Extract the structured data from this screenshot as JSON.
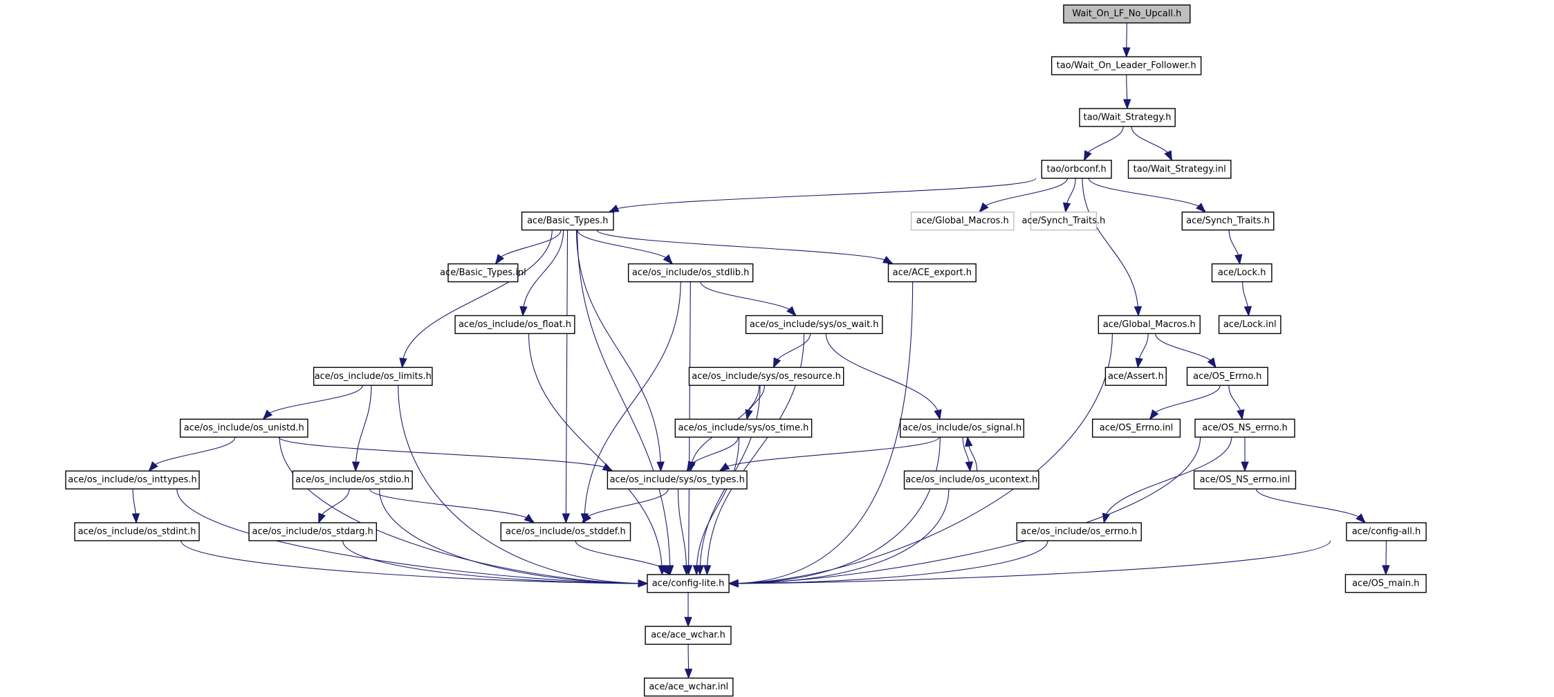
{
  "title": "Wait_On_LF_No_Upcall.h include dependency graph",
  "colors": {
    "edge": "#191970",
    "root_fill": "#bfbfbf",
    "missing_border": "#bfbfbf"
  },
  "nodes": [
    {
      "id": "root",
      "label": "Wait_On_LF_No_Upcall.h",
      "kind": "root"
    },
    {
      "id": "wolf",
      "label": "tao/Wait_On_Leader_Follower.h",
      "kind": "normal"
    },
    {
      "id": "ws",
      "label": "tao/Wait_Strategy.h",
      "kind": "normal"
    },
    {
      "id": "orbconf",
      "label": "tao/orbconf.h",
      "kind": "normal"
    },
    {
      "id": "wsinl",
      "label": "tao/Wait_Strategy.inl",
      "kind": "normal"
    },
    {
      "id": "basic",
      "label": "ace/Basic_Types.h",
      "kind": "normal"
    },
    {
      "id": "gm_gray",
      "label": "ace/Global_Macros.h",
      "kind": "missing"
    },
    {
      "id": "st_gray",
      "label": "ace/Synch_Traits.h",
      "kind": "missing"
    },
    {
      "id": "st",
      "label": "ace/Synch_Traits.h",
      "kind": "normal"
    },
    {
      "id": "basicinl",
      "label": "ace/Basic_Types.inl",
      "kind": "normal"
    },
    {
      "id": "stdlib",
      "label": "ace/os_include/os_stdlib.h",
      "kind": "normal"
    },
    {
      "id": "export",
      "label": "ace/ACE_export.h",
      "kind": "normal"
    },
    {
      "id": "lock",
      "label": "ace/Lock.h",
      "kind": "normal"
    },
    {
      "id": "float",
      "label": "ace/os_include/os_float.h",
      "kind": "normal"
    },
    {
      "id": "wait",
      "label": "ace/os_include/sys/os_wait.h",
      "kind": "normal"
    },
    {
      "id": "gm",
      "label": "ace/Global_Macros.h",
      "kind": "normal"
    },
    {
      "id": "lockinl",
      "label": "ace/Lock.inl",
      "kind": "normal"
    },
    {
      "id": "limits",
      "label": "ace/os_include/os_limits.h",
      "kind": "normal"
    },
    {
      "id": "resource",
      "label": "ace/os_include/sys/os_resource.h",
      "kind": "normal"
    },
    {
      "id": "assert",
      "label": "ace/Assert.h",
      "kind": "normal"
    },
    {
      "id": "oserrno",
      "label": "ace/OS_Errno.h",
      "kind": "normal"
    },
    {
      "id": "unistd",
      "label": "ace/os_include/os_unistd.h",
      "kind": "normal"
    },
    {
      "id": "time",
      "label": "ace/os_include/sys/os_time.h",
      "kind": "normal"
    },
    {
      "id": "signal",
      "label": "ace/os_include/os_signal.h",
      "kind": "normal"
    },
    {
      "id": "oserrnoinl",
      "label": "ace/OS_Errno.inl",
      "kind": "normal"
    },
    {
      "id": "nserrno",
      "label": "ace/OS_NS_errno.h",
      "kind": "normal"
    },
    {
      "id": "inttypes",
      "label": "ace/os_include/os_inttypes.h",
      "kind": "normal"
    },
    {
      "id": "stdio",
      "label": "ace/os_include/os_stdio.h",
      "kind": "normal"
    },
    {
      "id": "types",
      "label": "ace/os_include/sys/os_types.h",
      "kind": "normal"
    },
    {
      "id": "ucontext",
      "label": "ace/os_include/os_ucontext.h",
      "kind": "normal"
    },
    {
      "id": "nserrnoinl",
      "label": "ace/OS_NS_errno.inl",
      "kind": "normal"
    },
    {
      "id": "stdint",
      "label": "ace/os_include/os_stdint.h",
      "kind": "normal"
    },
    {
      "id": "stdarg",
      "label": "ace/os_include/os_stdarg.h",
      "kind": "normal"
    },
    {
      "id": "stddef",
      "label": "ace/os_include/os_stddef.h",
      "kind": "normal"
    },
    {
      "id": "errno",
      "label": "ace/os_include/os_errno.h",
      "kind": "normal"
    },
    {
      "id": "configall",
      "label": "ace/config-all.h",
      "kind": "normal"
    },
    {
      "id": "configlite",
      "label": "ace/config-lite.h",
      "kind": "normal"
    },
    {
      "id": "osmain",
      "label": "ace/OS_main.h",
      "kind": "normal"
    },
    {
      "id": "wchar",
      "label": "ace/ace_wchar.h",
      "kind": "normal"
    },
    {
      "id": "wcharinl",
      "label": "ace/ace_wchar.inl",
      "kind": "normal"
    }
  ],
  "edges": [
    [
      "root",
      "wolf"
    ],
    [
      "wolf",
      "ws"
    ],
    [
      "ws",
      "orbconf"
    ],
    [
      "ws",
      "wsinl"
    ],
    [
      "orbconf",
      "basic"
    ],
    [
      "orbconf",
      "gm_gray"
    ],
    [
      "orbconf",
      "st_gray"
    ],
    [
      "orbconf",
      "st"
    ],
    [
      "orbconf",
      "gm"
    ],
    [
      "basic",
      "basicinl"
    ],
    [
      "basic",
      "stdlib"
    ],
    [
      "basic",
      "export"
    ],
    [
      "basic",
      "float"
    ],
    [
      "basic",
      "limits"
    ],
    [
      "basic",
      "types"
    ],
    [
      "basic",
      "stddef"
    ],
    [
      "basic",
      "configlite"
    ],
    [
      "st",
      "lock"
    ],
    [
      "lock",
      "lockinl"
    ],
    [
      "stdlib",
      "wait"
    ],
    [
      "stdlib",
      "stddef"
    ],
    [
      "stdlib",
      "configlite"
    ],
    [
      "export",
      "configlite"
    ],
    [
      "float",
      "configlite"
    ],
    [
      "wait",
      "resource"
    ],
    [
      "wait",
      "signal"
    ],
    [
      "wait",
      "configlite"
    ],
    [
      "gm",
      "assert"
    ],
    [
      "gm",
      "oserrno"
    ],
    [
      "gm",
      "configlite"
    ],
    [
      "limits",
      "unistd"
    ],
    [
      "limits",
      "stdio"
    ],
    [
      "limits",
      "configlite"
    ],
    [
      "resource",
      "time"
    ],
    [
      "resource",
      "types"
    ],
    [
      "resource",
      "configlite"
    ],
    [
      "oserrno",
      "oserrnoinl"
    ],
    [
      "oserrno",
      "nserrno"
    ],
    [
      "unistd",
      "inttypes"
    ],
    [
      "unistd",
      "types"
    ],
    [
      "unistd",
      "configlite"
    ],
    [
      "time",
      "types"
    ],
    [
      "time",
      "configlite"
    ],
    [
      "signal",
      "types"
    ],
    [
      "signal",
      "ucontext"
    ],
    [
      "signal",
      "configlite"
    ],
    [
      "ucontext",
      "signal"
    ],
    [
      "ucontext",
      "configlite"
    ],
    [
      "nserrno",
      "nserrnoinl"
    ],
    [
      "nserrno",
      "errno"
    ],
    [
      "nserrno",
      "configlite"
    ],
    [
      "inttypes",
      "stdint"
    ],
    [
      "inttypes",
      "configlite"
    ],
    [
      "stdio",
      "stdarg"
    ],
    [
      "stdio",
      "stddef"
    ],
    [
      "stdio",
      "configlite"
    ],
    [
      "types",
      "stddef"
    ],
    [
      "types",
      "configlite"
    ],
    [
      "nserrnoinl",
      "configall"
    ],
    [
      "stdint",
      "configlite"
    ],
    [
      "stdarg",
      "configlite"
    ],
    [
      "stddef",
      "configlite"
    ],
    [
      "errno",
      "configlite"
    ],
    [
      "configall",
      "configlite"
    ],
    [
      "configall",
      "osmain"
    ],
    [
      "configlite",
      "wchar"
    ],
    [
      "wchar",
      "wcharinl"
    ]
  ]
}
